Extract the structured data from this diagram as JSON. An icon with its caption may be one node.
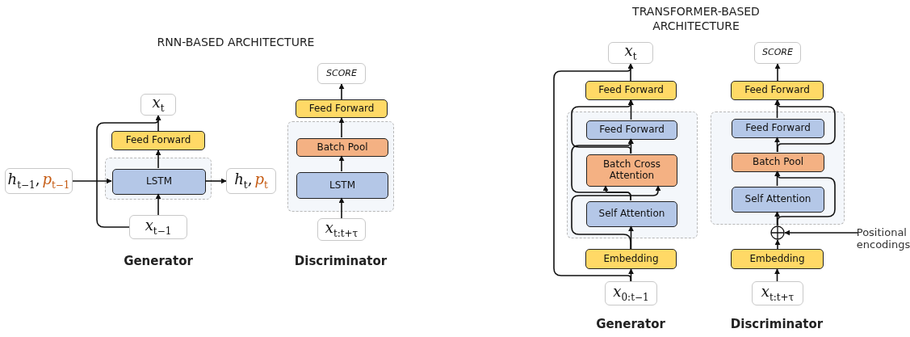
{
  "diagram": {
    "nodes": [
      {
        "text": [],
        "shape": "box"
      },
      {
        "text": [
          "LSTM"
        ],
        "in": 0
      },
      {
        "text": [
          "Feed Forward"
        ]
      },
      {
        "text": [
          "*x*$_{t}$"
        ]
      },
      {
        "text": [
          "*h*$_{t−1}$,",
          "*p*$_{t−1}$"
        ]
      },
      {
        "text": [
          "*h*$_{t}$,",
          "*p*$_{t}$"
        ]
      },
      {
        "text": [
          "*x*$_{t−1}$"
        ]
      },
      {
        "text": [],
        "shape": "box"
      },
      {
        "text": [
          "Batch Pool"
        ],
        "in": 7
      },
      {
        "text": [
          "LSTM"
        ],
        "in": 7
      },
      {
        "text": [
          "Feed Forward"
        ]
      },
      {
        "text": [
          "SCORE"
        ]
      },
      {
        "text": [
          "*x*$_{t:t+τ}$"
        ]
      },
      {
        "text": [],
        "shape": "box"
      },
      {
        "text": [
          "Feed Forward"
        ],
        "in": 13
      },
      {
        "text": [
          "Batch Cross Attention"
        ],
        "in": 13
      },
      {
        "text": [
          "Self Attention"
        ],
        "in": 13
      },
      {
        "text": [
          "Feed Forward"
        ]
      },
      {
        "text": [
          "*x*$_{t}$"
        ]
      },
      {
        "text": [
          "Embedding"
        ]
      },
      {
        "text": [
          "*x*$_{0:t−1}$"
        ]
      },
      {
        "text": [],
        "shape": "box"
      },
      {
        "text": [
          "Feed Forward"
        ],
        "in": 21
      },
      {
        "text": [
          "Batch Pool"
        ],
        "in": 21
      },
      {
        "text": [
          "Self Attention"
        ],
        "in": 21
      },
      {
        "text": [
          "Feed Forward"
        ]
      },
      {
        "text": [
          "SCORE"
        ]
      },
      {
        "text": [],
        "shape": "circle"
      },
      {
        "text": [
          "Positional encodings"
        ]
      },
      {
        "text": [
          "Embedding"
        ]
      },
      {
        "text": [
          "*x*$_{t:t+τ}$"
        ]
      }
    ],
    "edges": [
      {
        "from": 6,
        "to": 1,
        "arrow": "to"
      },
      {
        "from": 1,
        "to": 2,
        "arrow": "to"
      },
      {
        "from": 2,
        "to": 3,
        "arrow": "to"
      },
      {
        "from": 4,
        "to": 1,
        "arrow": "to"
      },
      {
        "from": 1,
        "to": 5,
        "arrow": "to"
      },
      {
        "from": 6,
        "to": 3,
        "arrow": "to"
      },
      {
        "from": 12,
        "to": 9,
        "arrow": "to"
      },
      {
        "from": 9,
        "to": 8,
        "arrow": "to"
      },
      {
        "from": 8,
        "to": 10,
        "arrow": "to"
      },
      {
        "from": 10,
        "to": 11,
        "arrow": "to"
      },
      {
        "from": 20,
        "to": 19,
        "arrow": "to"
      },
      {
        "from": 19,
        "to": 16,
        "arrow": "to"
      },
      {
        "from": 16,
        "to": 15,
        "arrow": "to"
      },
      {
        "from": 15,
        "to": 14,
        "arrow": "to"
      },
      {
        "from": 14,
        "to": 17,
        "arrow": "to"
      },
      {
        "from": 17,
        "to": 18,
        "arrow": "to"
      },
      {
        "from": 20,
        "to": 18,
        "arrow": "to"
      },
      {
        "from": 19,
        "to": 15,
        "arrow": "to"
      },
      {
        "from": 16,
        "to": 14,
        "arrow": "to"
      },
      {
        "from": 15,
        "to": 17,
        "arrow": "to"
      },
      {
        "from": 30,
        "to": 29,
        "arrow": "to"
      },
      {
        "from": 29,
        "to": 27,
        "arrow": "to"
      },
      {
        "from": 28,
        "to": 27,
        "arrow": "to"
      },
      {
        "from": 27,
        "to": 24,
        "arrow": "to"
      },
      {
        "from": 24,
        "to": 23,
        "arrow": "to"
      },
      {
        "from": 23,
        "to": 22,
        "arrow": "to"
      },
      {
        "from": 22,
        "to": 25,
        "arrow": "to"
      },
      {
        "from": 25,
        "to": 26,
        "arrow": "to"
      },
      {
        "from": 27,
        "to": 23,
        "arrow": "to"
      },
      {
        "from": 23,
        "to": 25,
        "arrow": "to"
      }
    ],
    "labels": [
      "RNN-BASED ARCHITECTURE",
      "Generator",
      "Discriminator",
      "TRANSFORMER-BASED ARCHITECTURE",
      "Generator",
      "Discriminator"
    ]
  }
}
